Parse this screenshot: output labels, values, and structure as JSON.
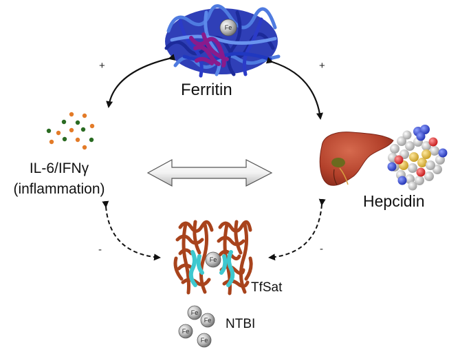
{
  "labels": {
    "ferritin": "Ferritin",
    "inflammation_line1": "IL-6/IFNγ",
    "inflammation_line2": "(inflammation)",
    "hepcidin": "Hepcidin",
    "tfsat": "TfSat",
    "ntbi": "NTBI",
    "iron": "Fe"
  },
  "signs": {
    "ferritin_inflammation": "+",
    "ferritin_hepcidin": "+",
    "inflammation_tfsat": "-",
    "hepcidin_tfsat": "-"
  },
  "colors": {
    "ferritin_blue": "#2f3fb7",
    "ferritin_light_blue": "#4f7be0",
    "ferritin_purple": "#8a1a8c",
    "transferrin_brown": "#a8431c",
    "transferrin_cyan": "#3ec8cf",
    "liver": "#b2402a",
    "cytokine_orange": "#e37b28",
    "cytokine_green": "#2a6b22",
    "iron_grey": "#b5b5b5"
  },
  "icons": [
    "ferritin-protein-icon",
    "cytokine-dots-icon",
    "liver-icon",
    "hepcidin-molecule-icon",
    "transferrin-protein-icon",
    "iron-ion-icon"
  ]
}
